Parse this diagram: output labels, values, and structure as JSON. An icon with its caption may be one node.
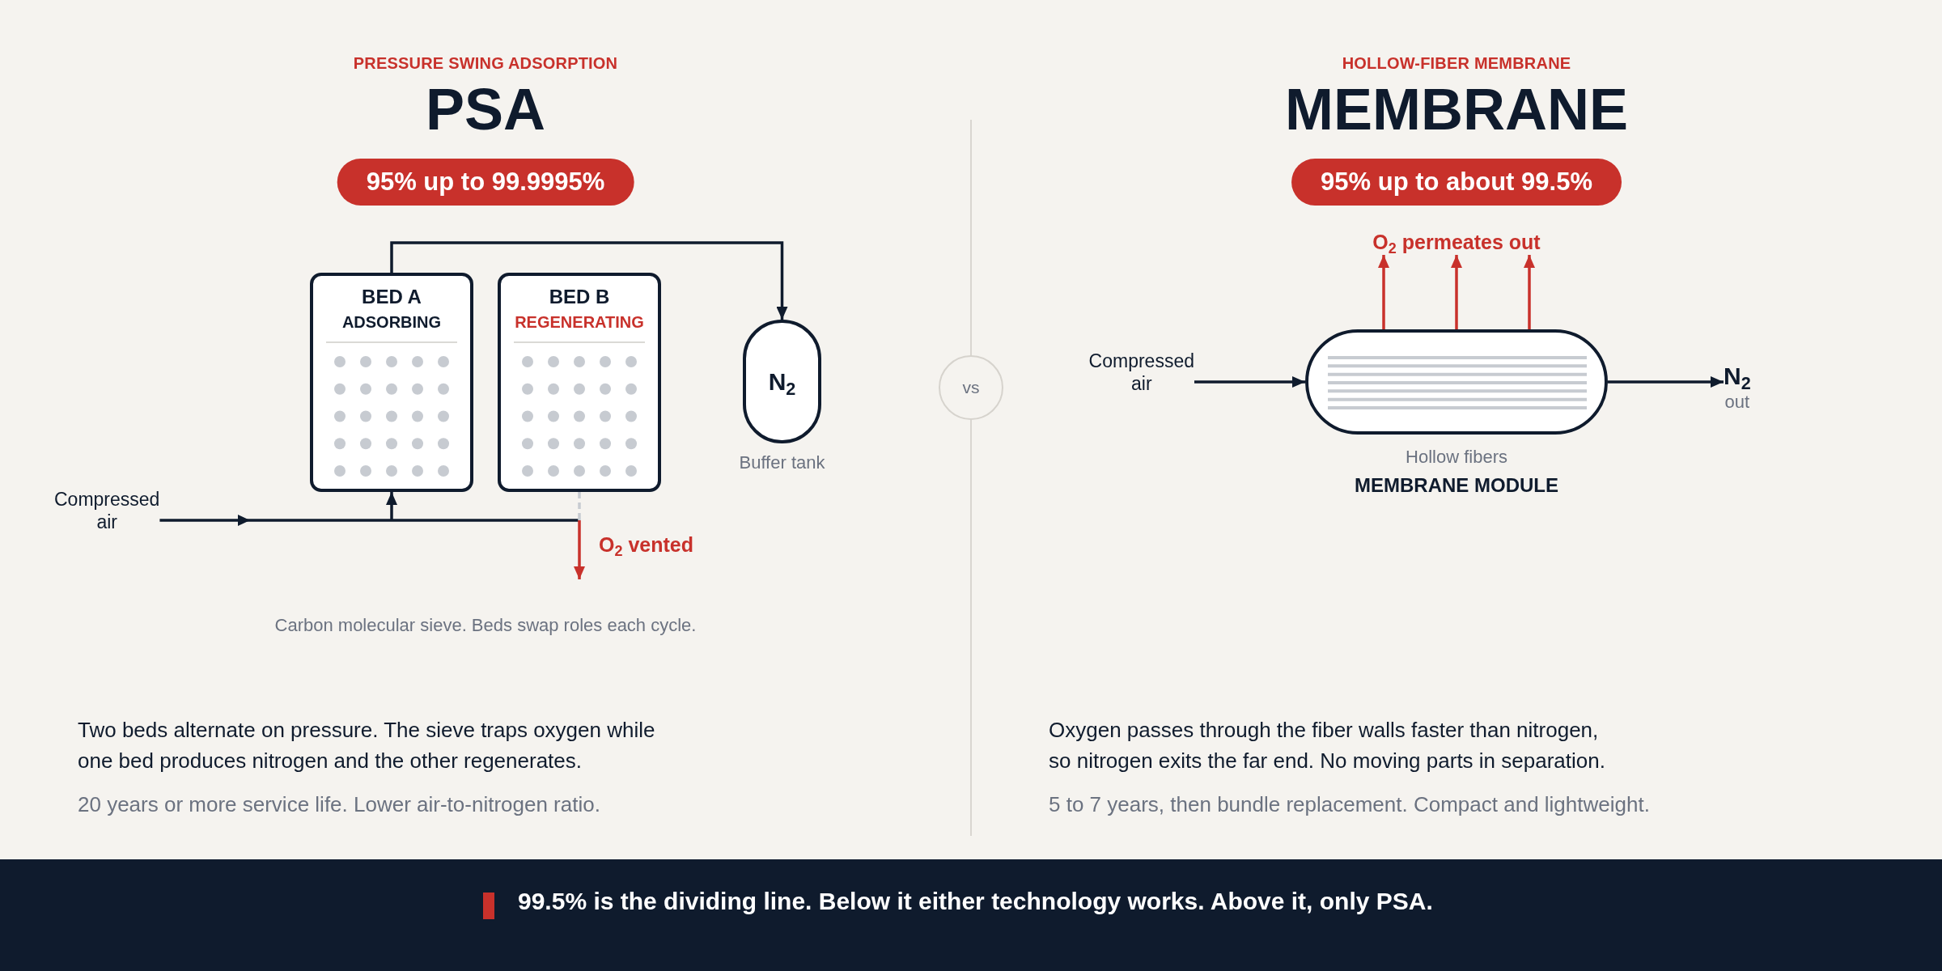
{
  "diagram": {
    "nodes": [
      {
        "text": [
          "Compressed air"
        ]
      },
      {
        "text": [
          "BED A",
          "ADSORBING"
        ]
      },
      {
        "text": [
          "BED B",
          "REGENERATING"
        ]
      },
      {
        "text": [
          "N$_{2}$"
        ],
        "beside": [
          "Buffer tank"
        ]
      },
      {
        "text": [
          "Compressed air"
        ]
      },
      {
        "text": [],
        "shape": "capsule",
        "beside": [
          "Hollow fibers",
          "MEMBRANE MODULE"
        ]
      },
      {
        "text": [
          "N$_{2}$",
          "out"
        ]
      },
      {
        "text": [
          "O$_{2}$ permeates out"
        ]
      }
    ],
    "edges": [
      {
        "from": 0,
        "to": 1,
        "arrow": "to"
      },
      {
        "from": 1,
        "to": 3,
        "arrow": "to"
      },
      {
        "from": 2,
        "to": null,
        "arrow": "to",
        "label": "O$_{2}$ vented",
        "color": "#c8312b"
      },
      {
        "from": 4,
        "to": 5,
        "arrow": "to"
      },
      {
        "from": 5,
        "to": 6,
        "arrow": "to"
      },
      {
        "from": 5,
        "to": 7,
        "arrow": "to",
        "color": "#c8312b"
      },
      {
        "from": 5,
        "to": 7,
        "arrow": "to",
        "color": "#c8312b"
      },
      {
        "from": 5,
        "to": 7,
        "arrow": "to",
        "color": "#c8312b"
      }
    ],
    "labels": [
      "PRESSURE SWING ADSORPTION",
      "PSA",
      "95% up to 99.9995%",
      "Carbon molecular sieve. Beds swap roles each cycle.",
      "Two beds alternate on pressure. The sieve traps oxygen while one bed produces nitrogen and the other regenerates.",
      "20 years or more service life. Lower air-to-nitrogen ratio.",
      "vs",
      "HOLLOW-FIBER MEMBRANE",
      "MEMBRANE",
      "95% up to about 99.5%",
      "Oxygen passes through the fiber walls faster than nitrogen, so nitrogen exits the far end. No moving parts in separation.",
      "5 to 7 years, then bundle replacement. Compact and lightweight."
    ],
    "caption": "99.5% is the dividing line. Below it either technology works. Above it, only PSA."
  }
}
